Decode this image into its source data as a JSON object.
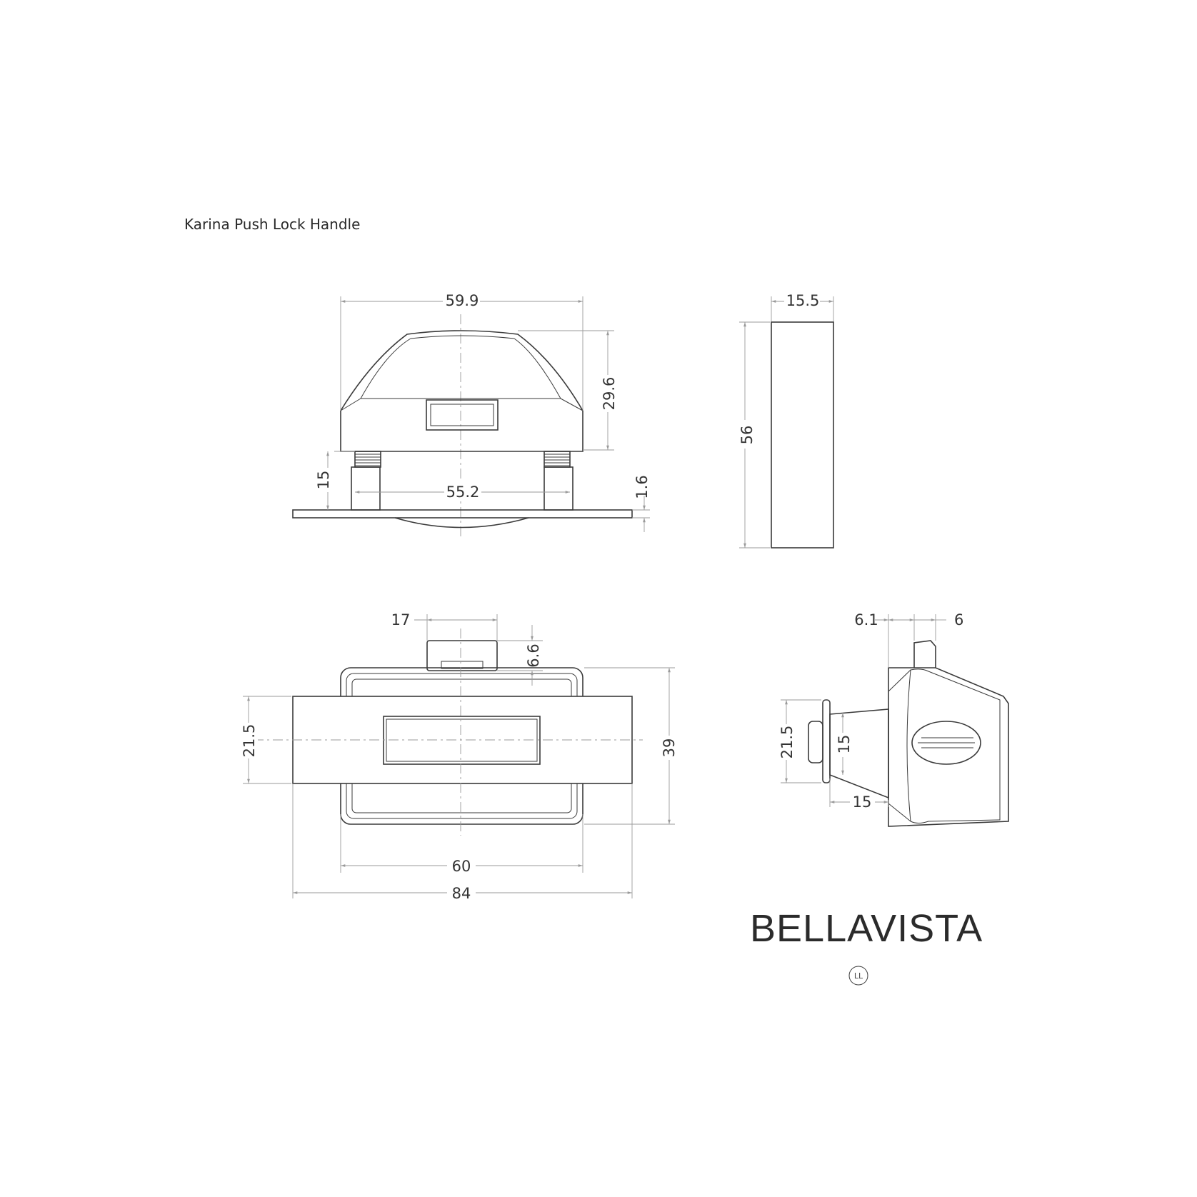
{
  "title": "Karina Push Lock Handle",
  "brand": {
    "name": "BELLAVISTA",
    "mark": "LL"
  },
  "colors": {
    "line": "#3a3a3a",
    "dimension": "#9a9a9a",
    "background": "#ffffff"
  },
  "dimensions": {
    "front_width": "59.9",
    "front_height": "29.6",
    "post_height": "15",
    "post_spacing": "55.2",
    "plate_thickness": "1.6",
    "side_width": "15.5",
    "side_height": "56",
    "top_tab_width": "17",
    "top_tab_height": "6.6",
    "plate_height": "21.5",
    "body_height": "39",
    "body_width": "60",
    "plate_width": "84",
    "profile_a": "6.1",
    "profile_b": "6",
    "profile_plate_height": "21.5",
    "profile_shaft_height": "15",
    "profile_shaft_length": "15"
  }
}
